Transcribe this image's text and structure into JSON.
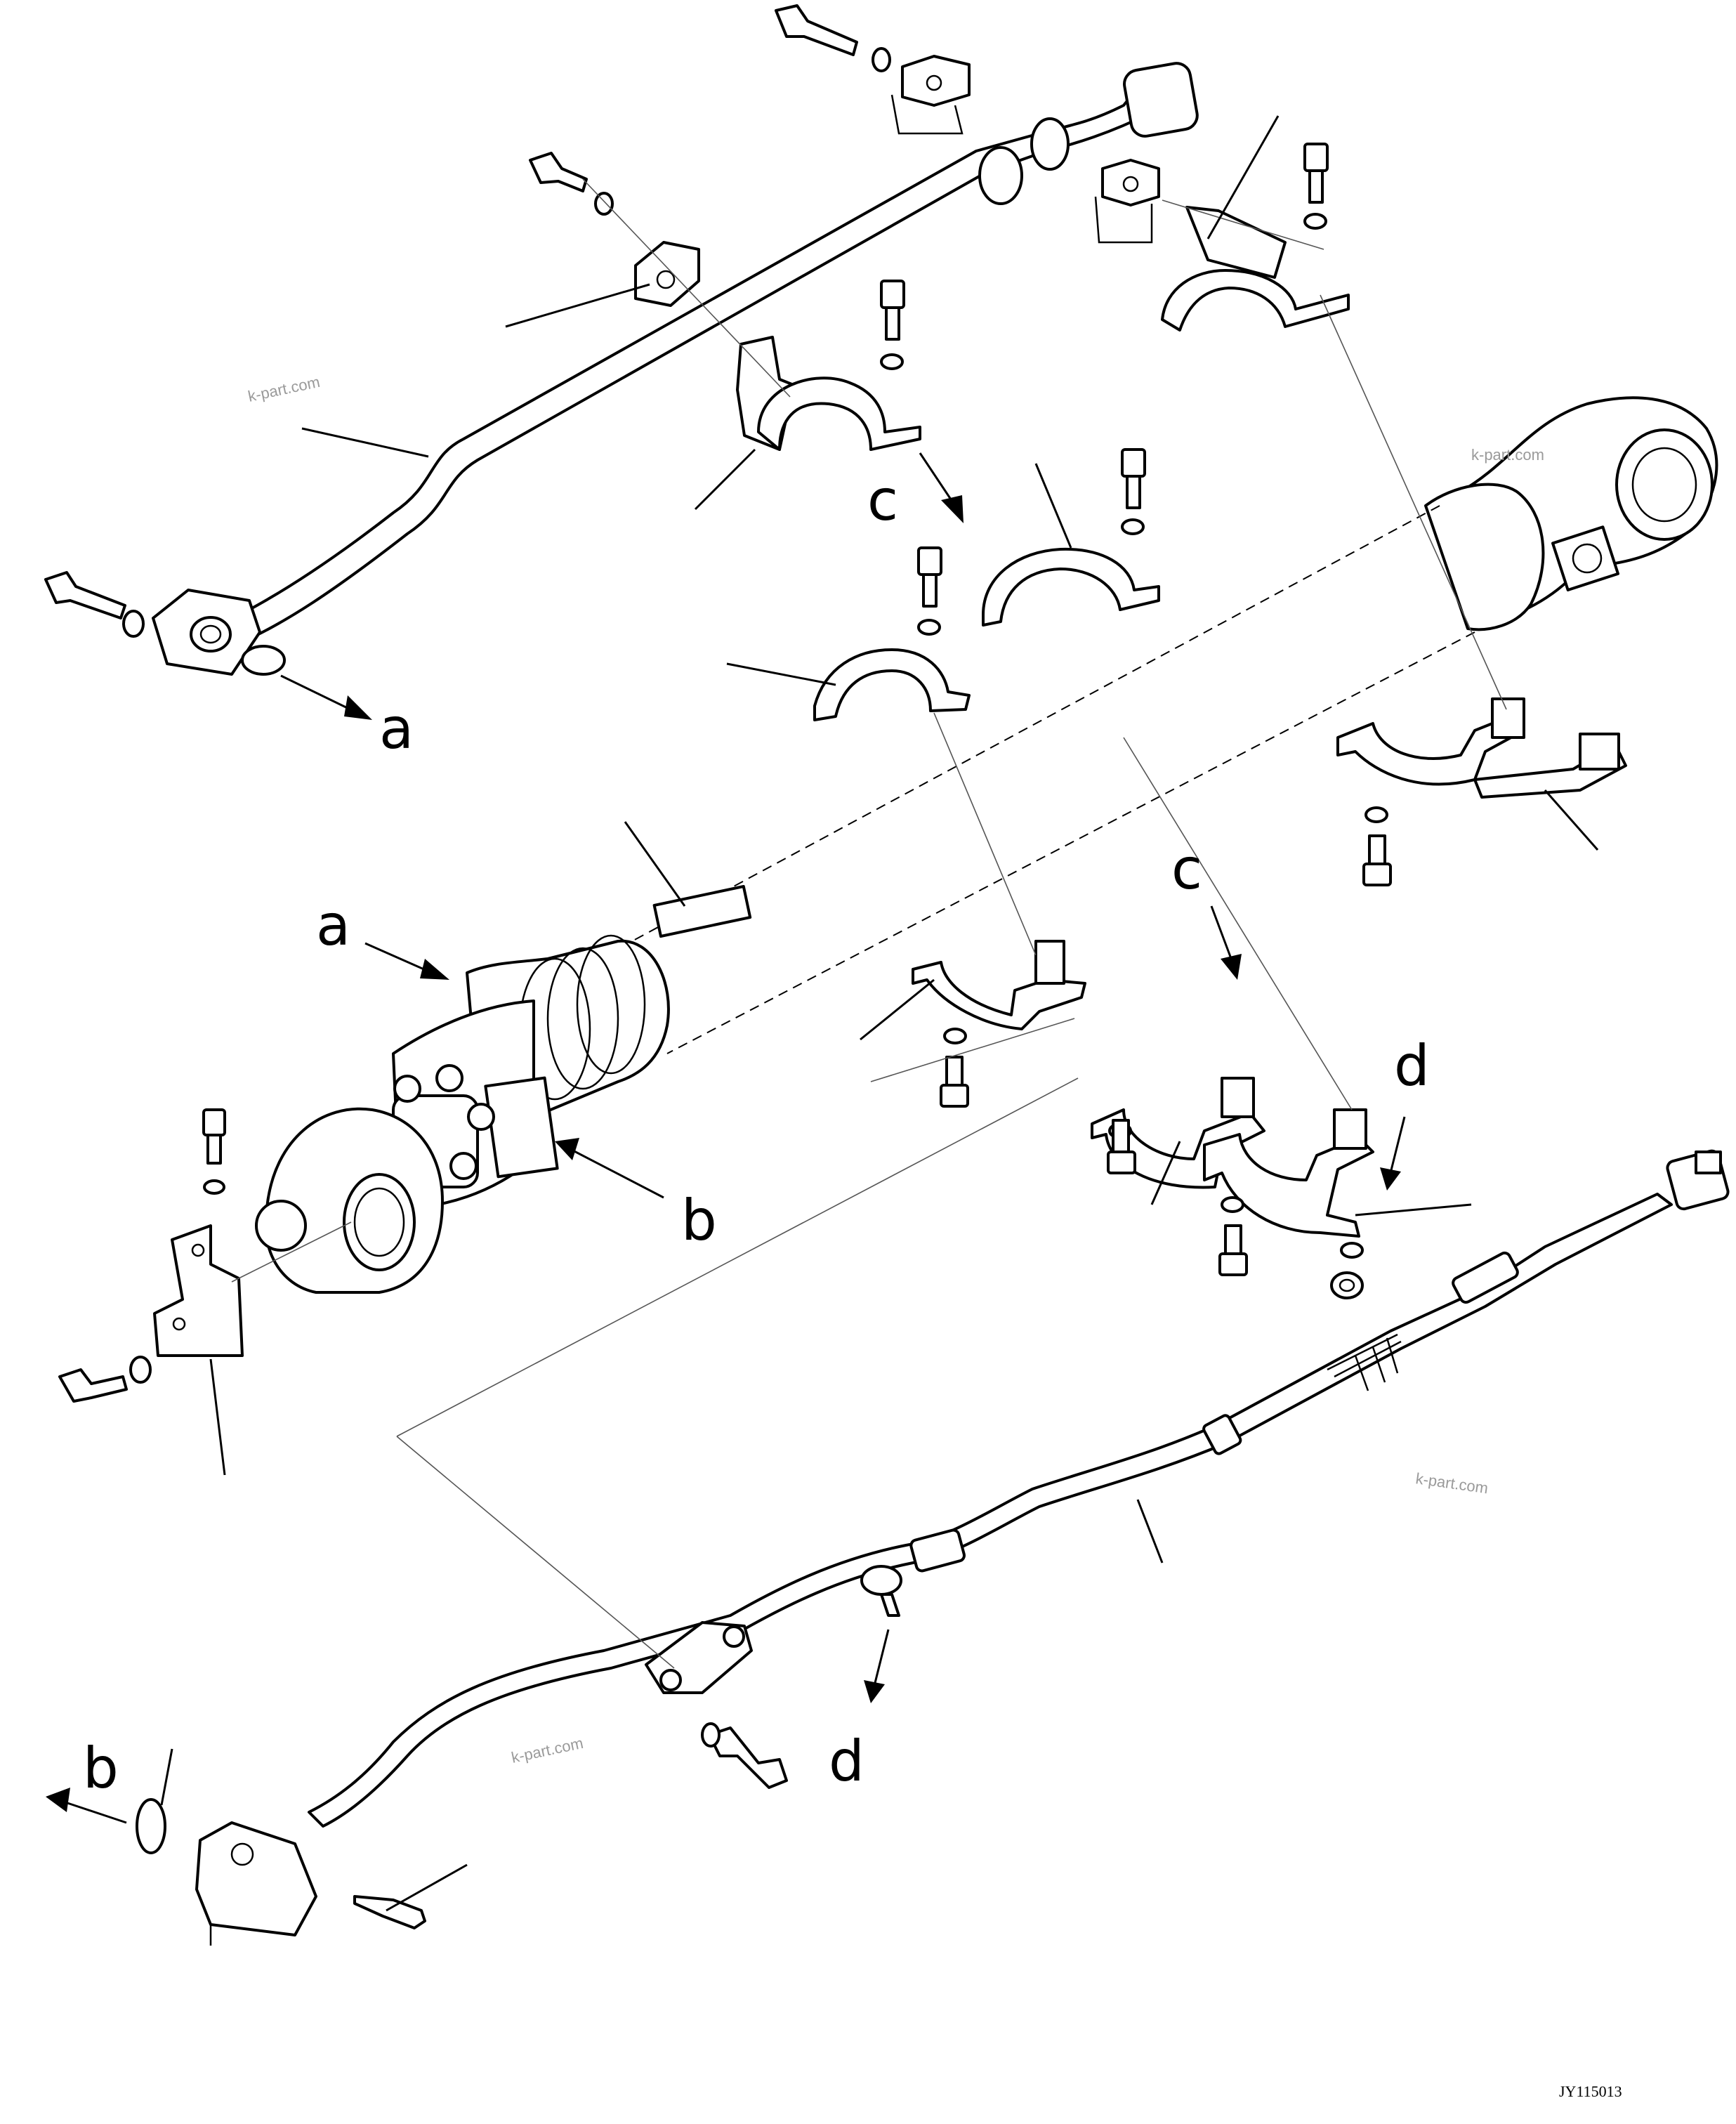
{
  "labels": {
    "a_top": "a",
    "a_cyl": "a",
    "b_cyl": "b",
    "b_bottom": "b",
    "c_upper": "c",
    "c_lower": "c",
    "d_right": "d",
    "d_bottom": "d"
  },
  "watermarks": {
    "w1": "k-part.com",
    "w2": "k-part.com",
    "w3": "k-part.com",
    "w4": "k-part.com"
  },
  "drawing_code": "JY115013",
  "icons": [
    "hydraulic-tube",
    "hydraulic-cylinder",
    "clamp",
    "bolt",
    "washer",
    "sensor-cable",
    "connector",
    "bracket"
  ]
}
